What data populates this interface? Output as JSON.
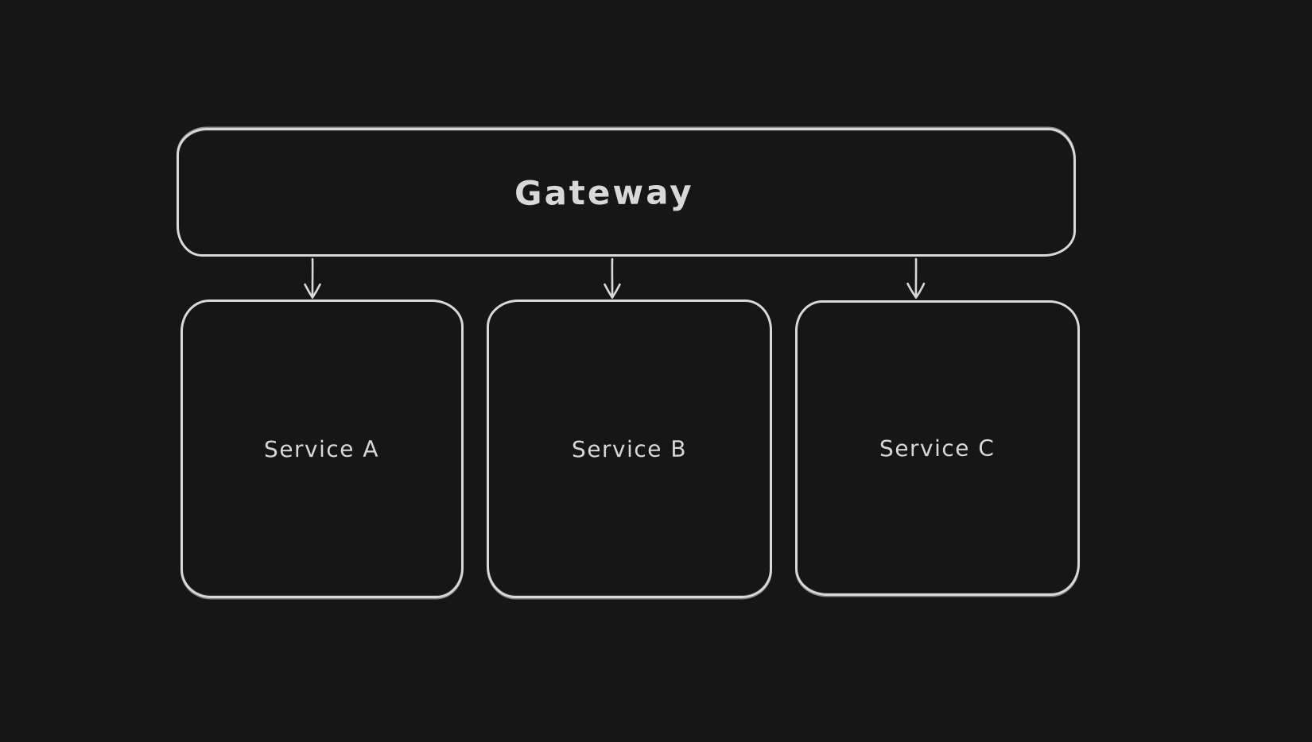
{
  "canvas": {
    "background_color": "#161616",
    "stroke_color": "#d9d9d9",
    "text_color": "#d8d8d8",
    "style": "hand-drawn whiteboard (excalidraw-like), dark mode"
  },
  "diagram": {
    "nodes": [
      {
        "id": "gateway",
        "label": "Gateway",
        "shape": "rounded-rectangle",
        "role": "top-level node"
      },
      {
        "id": "service-a",
        "label": "Service A",
        "shape": "rounded-rectangle",
        "role": "child node"
      },
      {
        "id": "service-b",
        "label": "Service B",
        "shape": "rounded-rectangle",
        "role": "child node"
      },
      {
        "id": "service-c",
        "label": "Service C",
        "shape": "rounded-rectangle",
        "role": "child node"
      }
    ],
    "edges": [
      {
        "from": "gateway",
        "to": "service-a",
        "type": "arrow-down"
      },
      {
        "from": "gateway",
        "to": "service-b",
        "type": "arrow-down"
      },
      {
        "from": "gateway",
        "to": "service-c",
        "type": "arrow-down"
      }
    ]
  }
}
